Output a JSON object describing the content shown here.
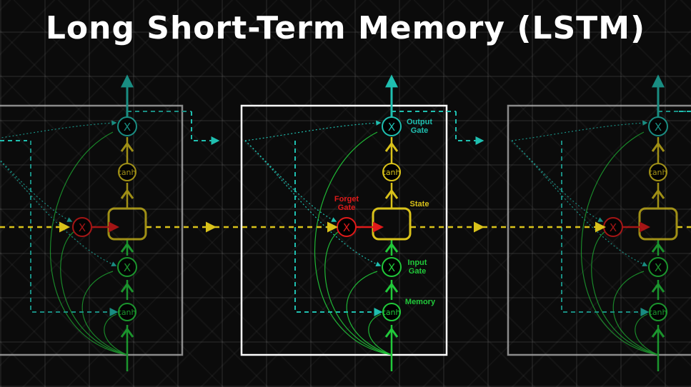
{
  "title": "Long Short-Term Memory (LSTM)",
  "colors": {
    "cyan": "#1fbfb0",
    "yellow": "#d9c21a",
    "red": "#e01a1a",
    "green": "#21c93a",
    "cell_border": "#ffffff",
    "side_cell_border": "#bdbdbd"
  },
  "gates": {
    "multiply_symbol": "X",
    "tanh_label": "tanh",
    "output_gate": "Output\nGate",
    "forget_gate": "Forget\nGate",
    "state": "State",
    "input_gate": "Input\nGate",
    "memory": "Memory"
  }
}
